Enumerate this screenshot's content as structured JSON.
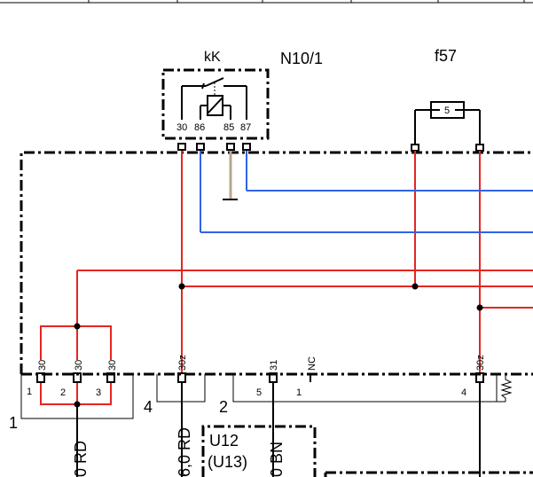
{
  "components": {
    "relay": {
      "label": "kK",
      "pins": [
        "30",
        "86",
        "85",
        "87"
      ]
    },
    "module": {
      "label": "N10/1"
    },
    "fuse": {
      "label": "f57",
      "value": "5"
    },
    "ecu": {
      "label": "U12",
      "sublabel": "(U13)"
    }
  },
  "connectors": {
    "c1": {
      "number": "1",
      "pins": [
        "30",
        "30",
        "30"
      ],
      "cavities": [
        "1",
        "2",
        "3"
      ]
    },
    "c4": {
      "number": "4",
      "pin": "30z"
    },
    "c2": {
      "number": "2",
      "pins": [
        "31",
        "NC"
      ],
      "cavities": [
        "5",
        "1"
      ]
    },
    "c_right": {
      "pin": "30z",
      "cavity": "4"
    }
  },
  "wires": {
    "w1": "0 RD",
    "w2": "6,0 RD",
    "w3": "0 BN"
  },
  "colors": {
    "red": "#e52521",
    "blue": "#2f63e6",
    "brown": "#b8a78c"
  }
}
